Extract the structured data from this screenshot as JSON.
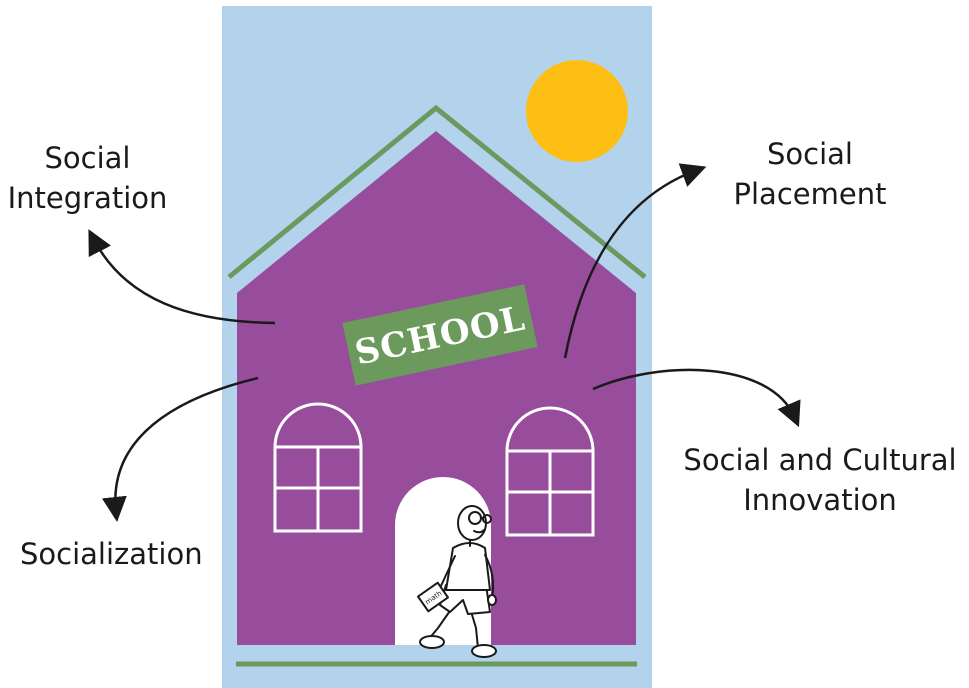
{
  "sign": {
    "text": "SCHOOL"
  },
  "book": {
    "text": "math"
  },
  "labels": {
    "social_integration": [
      "Social",
      "Integration"
    ],
    "social_placement": [
      "Social",
      "Placement"
    ],
    "socialization": [
      "Socialization"
    ],
    "social_cultural_innovation": [
      "Social and Cultural",
      "Innovation"
    ]
  },
  "colors": {
    "sky": "#b3d3ec",
    "house": "#984c9c",
    "roof_line": "#6b9a5e",
    "sun": "#fdbf13",
    "sign_bg": "#6c9a5d",
    "sign_text": "#ffffff",
    "window": "#ffffff",
    "arrow": "#1a1a1a"
  }
}
